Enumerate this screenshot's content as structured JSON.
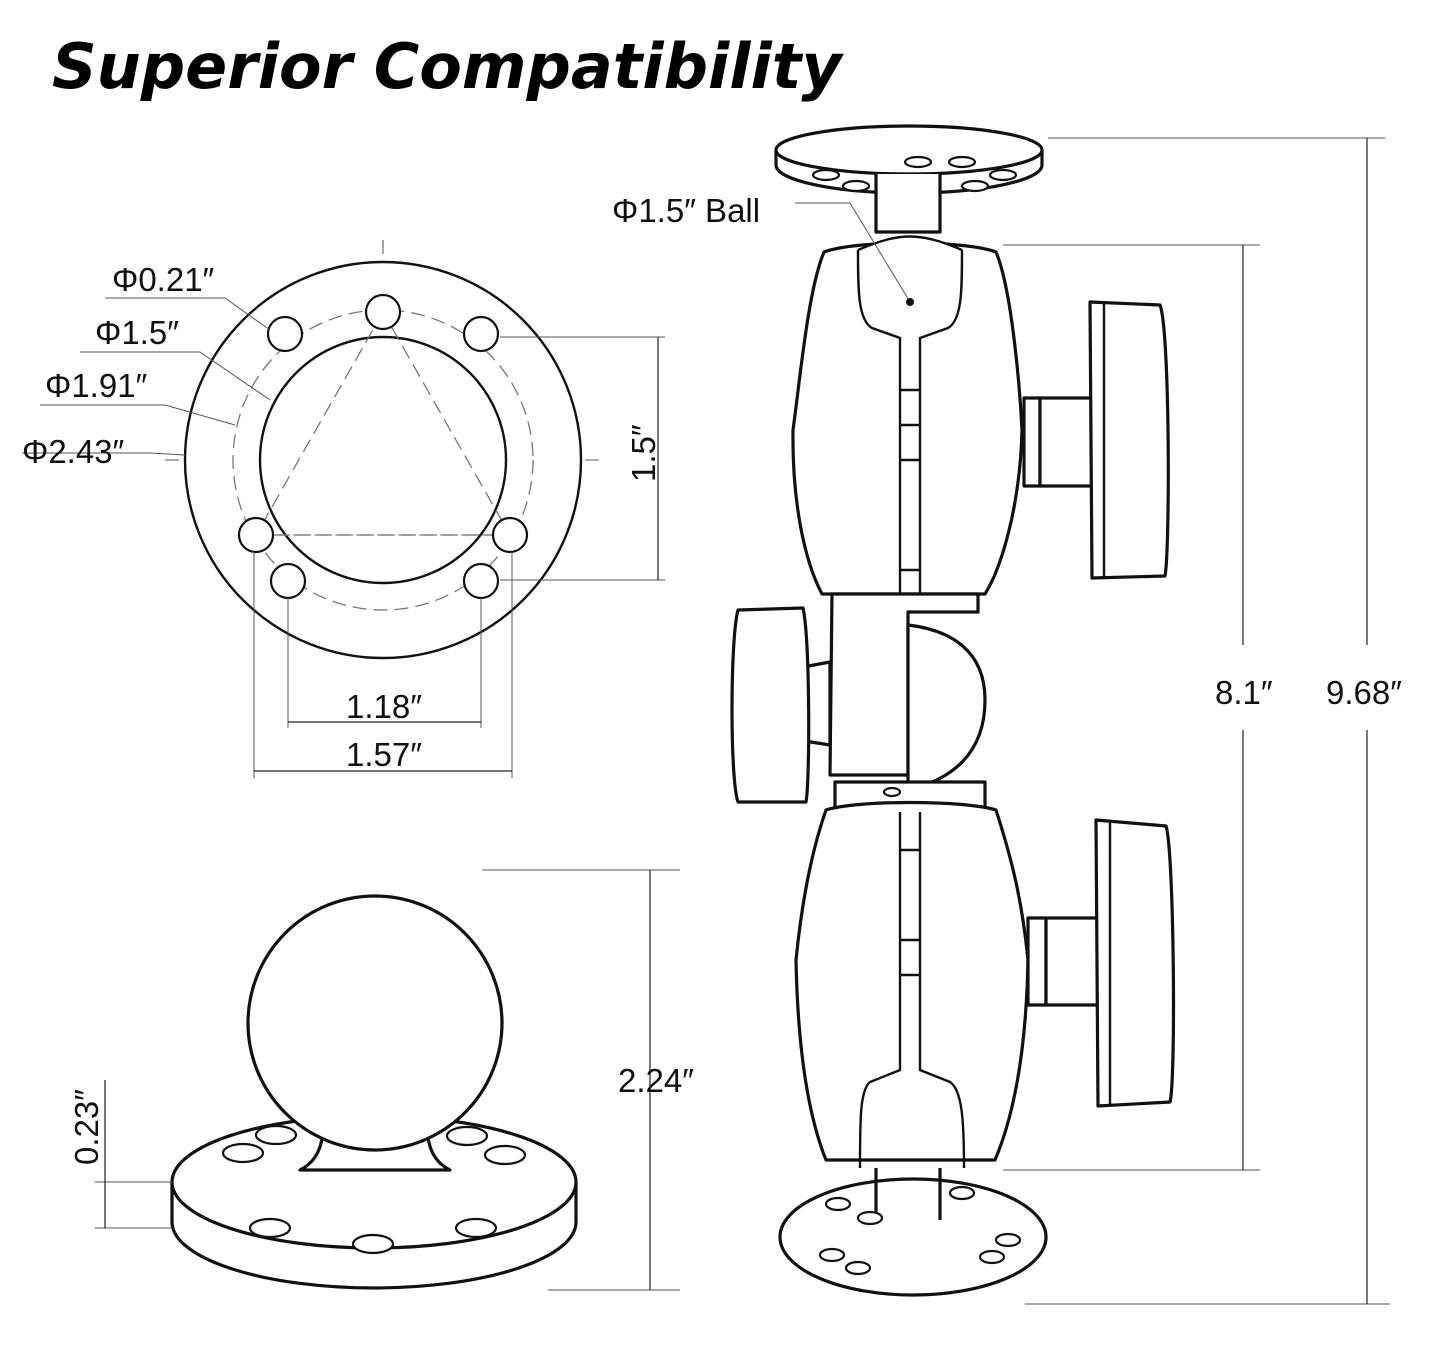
{
  "title": "Superior Compatibility",
  "base_plate_top_view": {
    "hole_diameter": "Φ0.21″",
    "inner_diameter": "Φ1.5″",
    "bolt_circle_diameter": "Φ1.91″",
    "outer_diameter": "Φ2.43″",
    "height": "1.5″",
    "hole_spacing_inner": "1.18″",
    "hole_spacing_outer": "1.57″"
  },
  "ball_base_side_view": {
    "plate_thickness": "0.23″",
    "total_height": "2.24″"
  },
  "assembly_view": {
    "ball_label": "Φ1.5″ Ball",
    "arm_length": "8.1″",
    "total_length": "9.68″"
  }
}
